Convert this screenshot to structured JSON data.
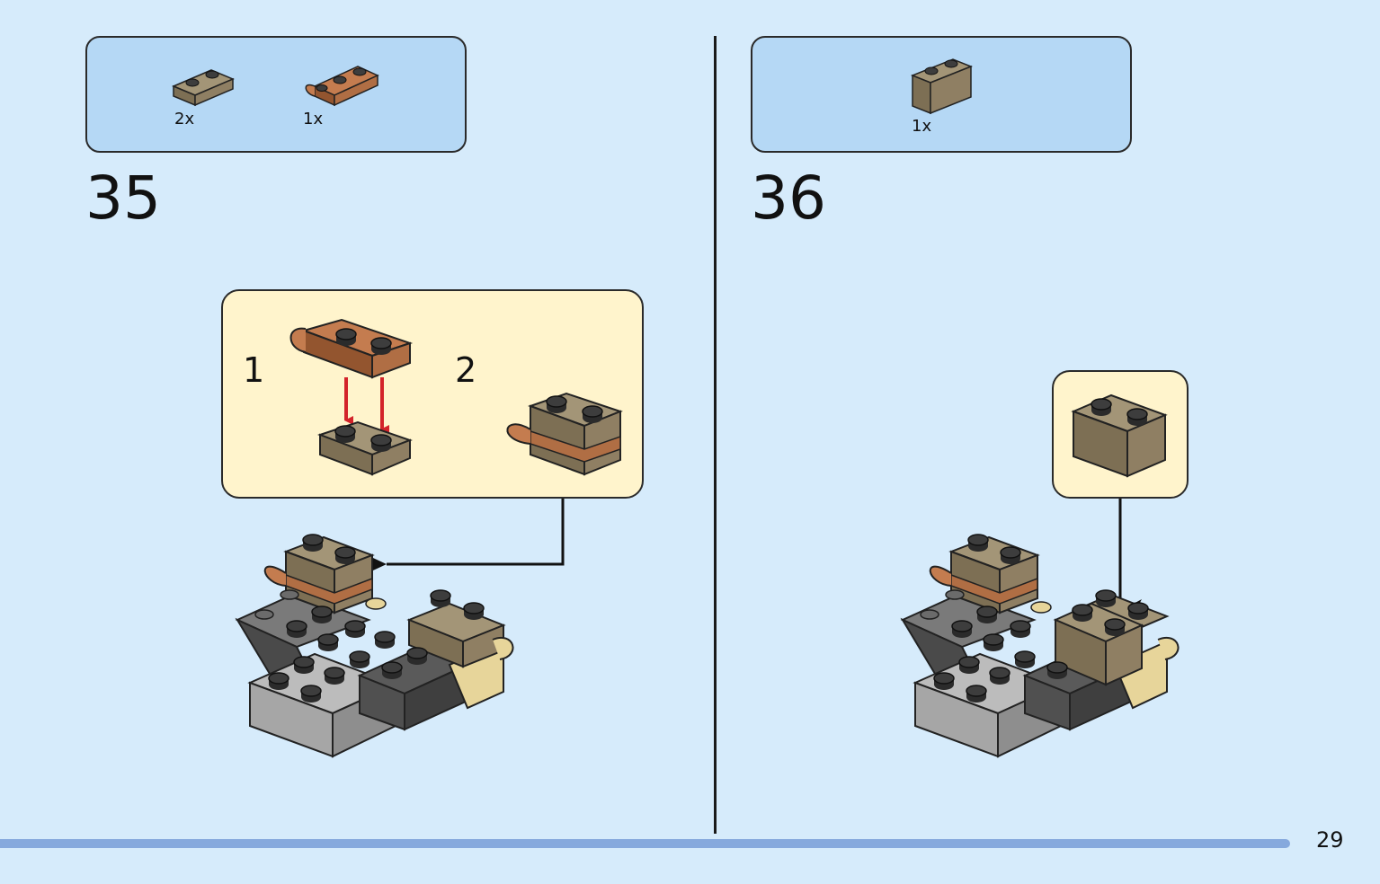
{
  "steps": [
    {
      "number": "35",
      "parts": [
        {
          "qty": "2x",
          "part": "plate-1x2",
          "color": "#8f7f63"
        },
        {
          "qty": "1x",
          "part": "plate-1x2-clip",
          "color": "#b06e44"
        }
      ],
      "callout": {
        "sub_steps": [
          "1",
          "2"
        ]
      }
    },
    {
      "number": "36",
      "parts": [
        {
          "qty": "1x",
          "part": "brick-1x2",
          "color": "#8f7f63"
        }
      ]
    }
  ],
  "page": {
    "number": "29"
  },
  "colors": {
    "background": "#d6ebfb",
    "parts_box": "#b5d8f5",
    "callout": "#fff4cc",
    "dark_tan": "#8f7f63",
    "reddish_brown": "#b06e44",
    "light_gray": "#a6a6a6",
    "dark_gray": "#6b6b6b",
    "tan": "#e7d59a",
    "arrow_red": "#d3232a",
    "footer_bar": "#86a9dd"
  }
}
